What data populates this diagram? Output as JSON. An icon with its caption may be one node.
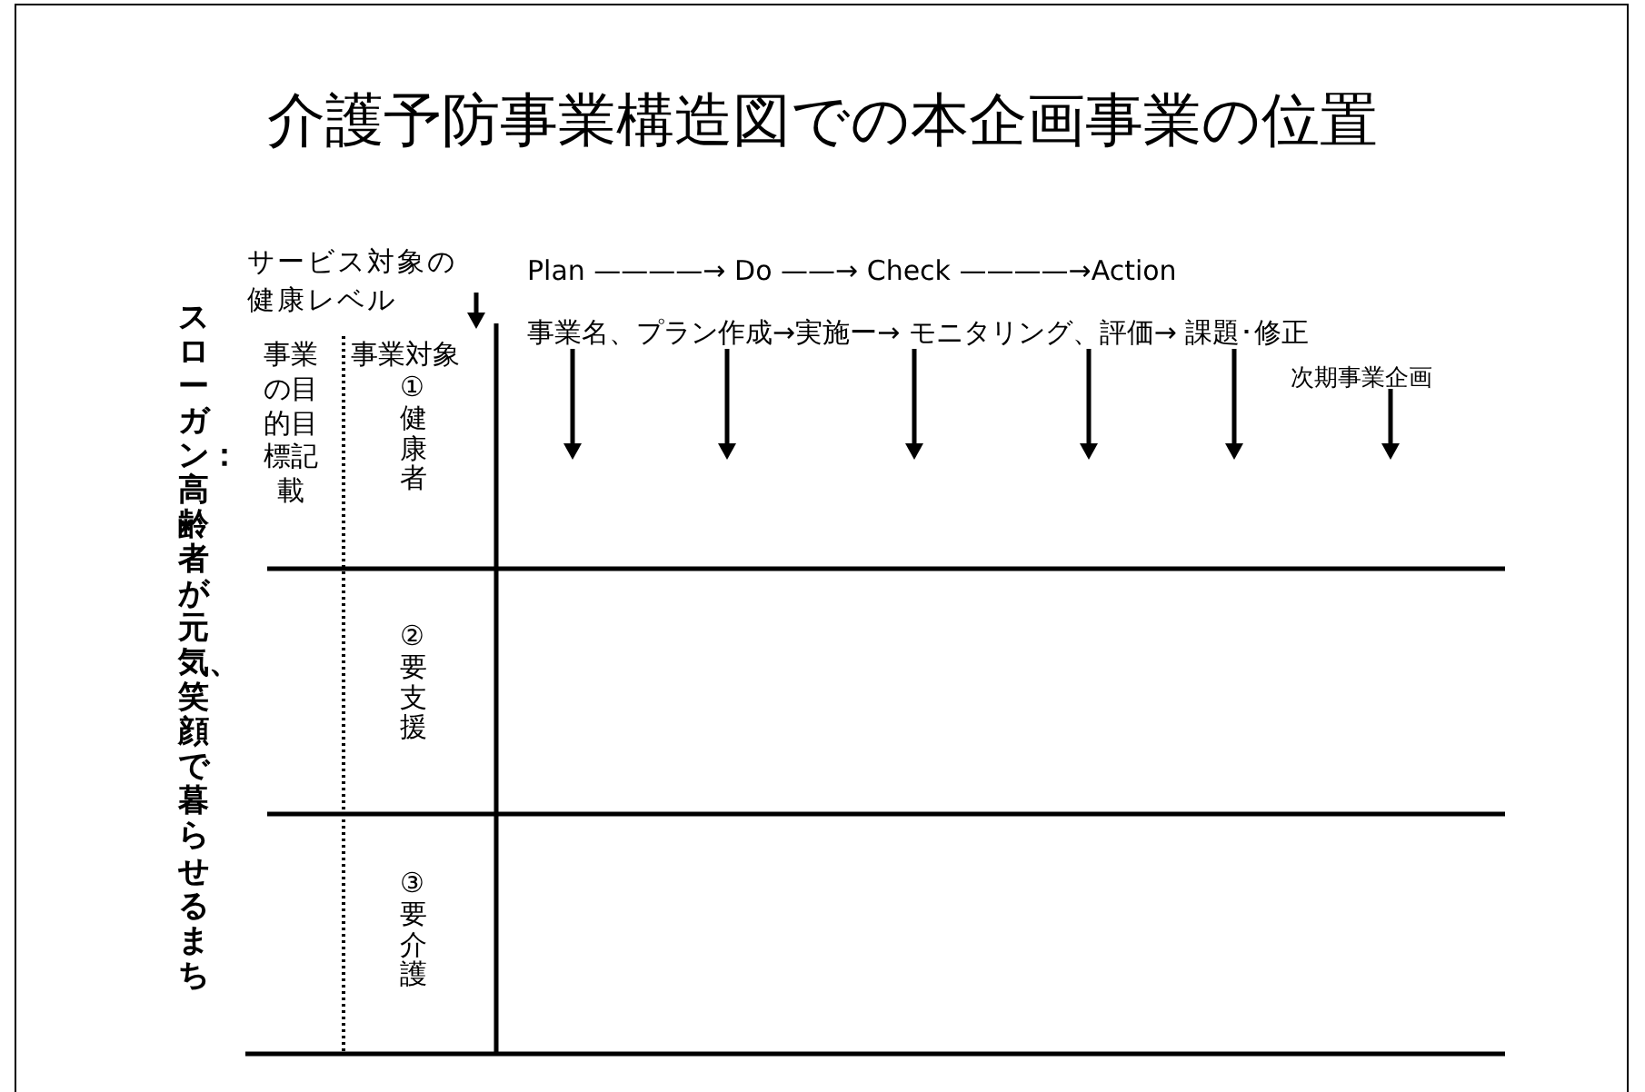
{
  "diagram": {
    "title": "介護予防事業構造図での本企画事業の位置",
    "labels": [
      "サービス対象の健康レベル",
      "スローガン：高齢者が元気、笑顔で暮らせるまち",
      "事業の目的目標記載",
      "事業対象",
      "①健康者",
      "②要支援",
      "③要介護",
      "Plan ————→ Do ——→ Check ————→Action",
      "事業名、プラン作成→実施ー→ モニタリング、評価→ 課題･修正",
      "次期事業企画"
    ]
  }
}
